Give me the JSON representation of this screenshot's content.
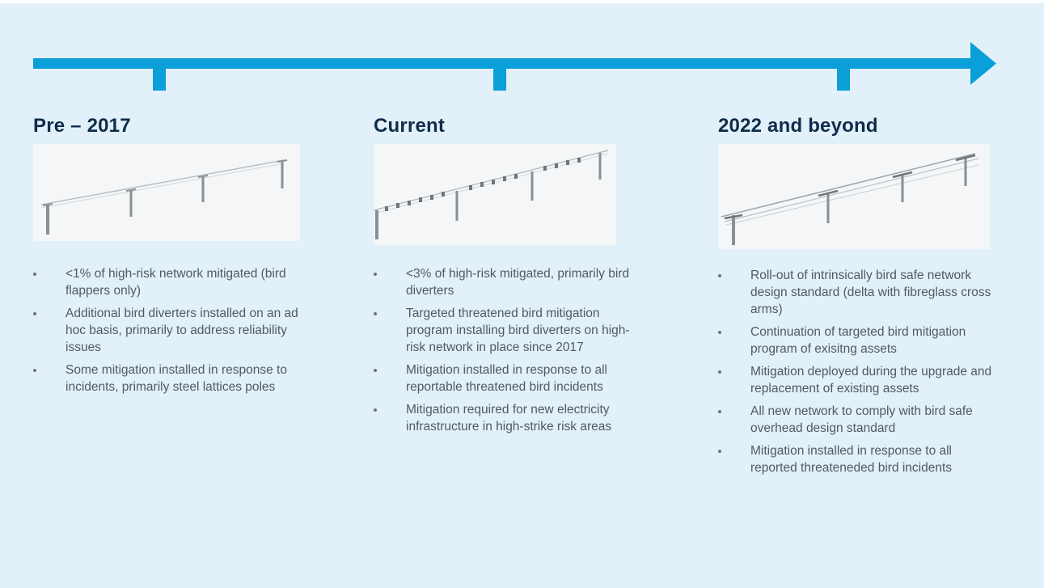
{
  "colors": {
    "background": "#e1f0f9",
    "arrow": "#0a9fd8",
    "heading": "#0f2d4a",
    "body_text": "#505a62"
  },
  "stages": [
    {
      "heading": "Pre – 2017",
      "illustration": "power-line-plain-icon",
      "bullets": [
        "<1% of high-risk network mitigated (bird flappers only)",
        "Additional bird diverters installed on an ad hoc basis, primarily to address reliability issues",
        "Some mitigation installed in response to incidents, primarily steel lattices poles"
      ]
    },
    {
      "heading": "Current",
      "illustration": "power-line-with-diverters-icon",
      "bullets": [
        "<3% of high-risk mitigated, primarily bird diverters",
        "Targeted threatened bird mitigation program installing bird diverters on high-risk network in place since 2017",
        "Mitigation installed in response to all reportable threatened bird incidents",
        "Mitigation required for new electricity infrastructure in high-strike risk areas"
      ]
    },
    {
      "heading": "2022 and beyond",
      "illustration": "power-line-delta-crossarm-icon",
      "bullets": [
        "Roll-out of intrinsically bird safe network design standard (delta with fibreglass cross arms)",
        "Continuation of targeted bird mitigation program of exisitng assets",
        "Mitigation deployed during the upgrade and replacement of existing assets",
        "All new network to comply with bird safe overhead design standard",
        "Mitigation installed in response to all reported threateneded bird incidents"
      ]
    }
  ]
}
